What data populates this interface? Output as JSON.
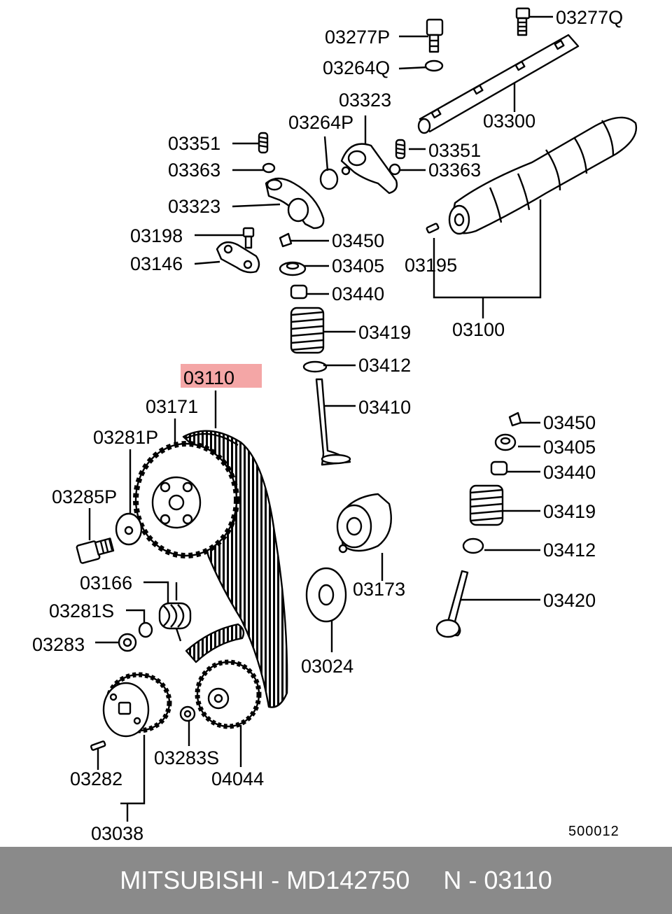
{
  "diagram": {
    "highlight_color": "#f4a6a6",
    "labels": {
      "l03277Q": "03277Q",
      "l03277P": "03277P",
      "l03264Q": "03264Q",
      "l03323a": "03323",
      "l03300": "03300",
      "l03264P": "03264P",
      "l03351a": "03351",
      "l03351b": "03351",
      "l03363a": "03363",
      "l03363b": "03363",
      "l03323b": "03323",
      "l03198": "03198",
      "l03450a": "03450",
      "l03146": "03146",
      "l03405a": "03405",
      "l03195": "03195",
      "l03440a": "03440",
      "l03419a": "03419",
      "l03100": "03100",
      "l03412a": "03412",
      "l03110": "03110",
      "l03410": "03410",
      "l03171": "03171",
      "l03281P": "03281P",
      "l03285P": "03285P",
      "l03450b": "03450",
      "l03405b": "03405",
      "l03440b": "03440",
      "l03419b": "03419",
      "l03412b": "03412",
      "l03173": "03173",
      "l03166": "03166",
      "l03420": "03420",
      "l03281S": "03281S",
      "l03283": "03283",
      "l03024": "03024",
      "l03283S": "03283S",
      "l04044": "04044",
      "l03282": "03282",
      "l03038": "03038"
    },
    "drawing_code": "500012"
  },
  "footer": {
    "brand": "MITSUBISHI",
    "separator": "-",
    "part_number": "MD142750",
    "ref": "N - 03110"
  }
}
